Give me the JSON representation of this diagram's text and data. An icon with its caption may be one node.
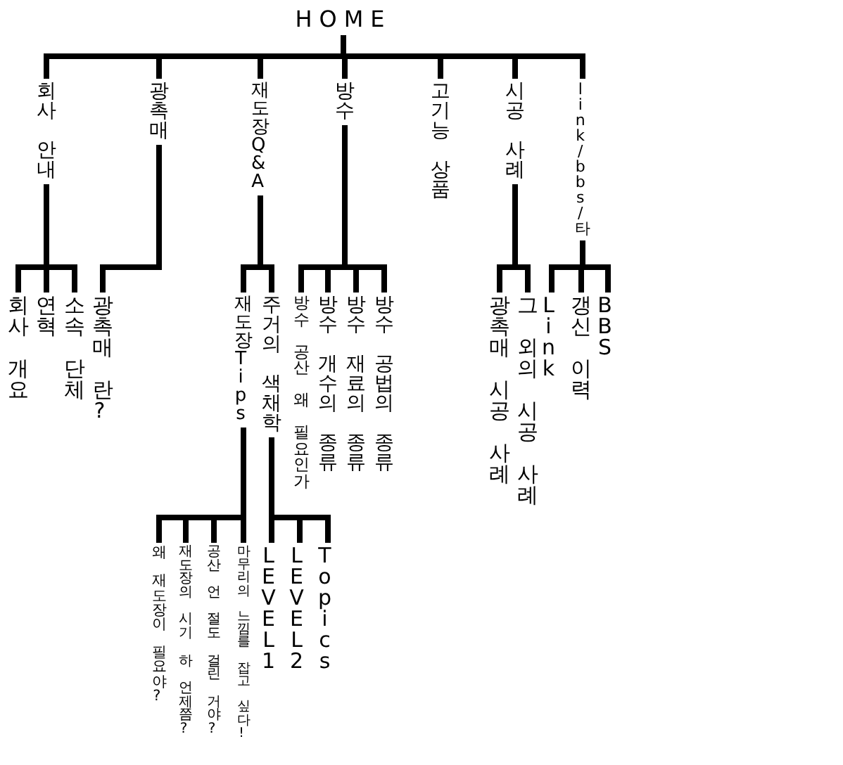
{
  "diagram": {
    "nodes": [
      {
        "text": [
          "HOME"
        ]
      },
      {
        "text": [
          "회사 안내"
        ]
      },
      {
        "text": [
          "광촉매"
        ]
      },
      {
        "text": [
          "재도장Q&A"
        ]
      },
      {
        "text": [
          "방수"
        ]
      },
      {
        "text": [
          "고기능 상품"
        ]
      },
      {
        "text": [
          "시공 사례"
        ]
      },
      {
        "text": [
          "link/bbs/타"
        ]
      },
      {
        "text": [
          "회사 개요"
        ]
      },
      {
        "text": [
          "연혁"
        ]
      },
      {
        "text": [
          "소속 단체"
        ]
      },
      {
        "text": [
          "광촉매 란?"
        ]
      },
      {
        "text": [
          "재도장Tips"
        ]
      },
      {
        "text": [
          "주거의 색채학"
        ]
      },
      {
        "text": [
          "방수 공산 왜 필요인가"
        ]
      },
      {
        "text": [
          "방수 개수의 종류"
        ]
      },
      {
        "text": [
          "방수 재료의 종류"
        ]
      },
      {
        "text": [
          "방수 공법의 종류"
        ]
      },
      {
        "text": [
          "광촉매 시공 사례"
        ]
      },
      {
        "text": [
          "그 외의 시공 사례"
        ]
      },
      {
        "text": [
          "Link"
        ]
      },
      {
        "text": [
          "갱신 이력"
        ]
      },
      {
        "text": [
          "BBS"
        ]
      },
      {
        "text": [
          "왜 재도장이 필요야?"
        ]
      },
      {
        "text": [
          "재도장의 시기 하 언제쯤?"
        ]
      },
      {
        "text": [
          "공산 언 절도 걸린 거야?"
        ]
      },
      {
        "text": [
          "마무리의 느낌를 잡고 싶다!"
        ]
      },
      {
        "text": [
          "LEVEL1"
        ]
      },
      {
        "text": [
          "LEVEL2"
        ]
      },
      {
        "text": [
          "Topics"
        ]
      }
    ],
    "edges": [
      {
        "from": 0,
        "to": 1,
        "arrow": "none"
      },
      {
        "from": 0,
        "to": 2,
        "arrow": "none"
      },
      {
        "from": 0,
        "to": 3,
        "arrow": "none"
      },
      {
        "from": 0,
        "to": 4,
        "arrow": "none"
      },
      {
        "from": 0,
        "to": 5,
        "arrow": "none"
      },
      {
        "from": 0,
        "to": 6,
        "arrow": "none"
      },
      {
        "from": 0,
        "to": 7,
        "arrow": "none"
      },
      {
        "from": 1,
        "to": 8,
        "arrow": "none"
      },
      {
        "from": 1,
        "to": 9,
        "arrow": "none"
      },
      {
        "from": 1,
        "to": 10,
        "arrow": "none"
      },
      {
        "from": 2,
        "to": 11,
        "arrow": "none"
      },
      {
        "from": 3,
        "to": 12,
        "arrow": "none"
      },
      {
        "from": 3,
        "to": 13,
        "arrow": "none"
      },
      {
        "from": 4,
        "to": 14,
        "arrow": "none"
      },
      {
        "from": 4,
        "to": 15,
        "arrow": "none"
      },
      {
        "from": 4,
        "to": 16,
        "arrow": "none"
      },
      {
        "from": 4,
        "to": 17,
        "arrow": "none"
      },
      {
        "from": 6,
        "to": 18,
        "arrow": "none"
      },
      {
        "from": 6,
        "to": 19,
        "arrow": "none"
      },
      {
        "from": 7,
        "to": 20,
        "arrow": "none"
      },
      {
        "from": 7,
        "to": 21,
        "arrow": "none"
      },
      {
        "from": 7,
        "to": 22,
        "arrow": "none"
      },
      {
        "from": 12,
        "to": 23,
        "arrow": "none"
      },
      {
        "from": 12,
        "to": 24,
        "arrow": "none"
      },
      {
        "from": 12,
        "to": 25,
        "arrow": "none"
      },
      {
        "from": 12,
        "to": 26,
        "arrow": "none"
      },
      {
        "from": 13,
        "to": 27,
        "arrow": "none"
      },
      {
        "from": 13,
        "to": 28,
        "arrow": "none"
      },
      {
        "from": 13,
        "to": 29,
        "arrow": "none"
      }
    ]
  }
}
